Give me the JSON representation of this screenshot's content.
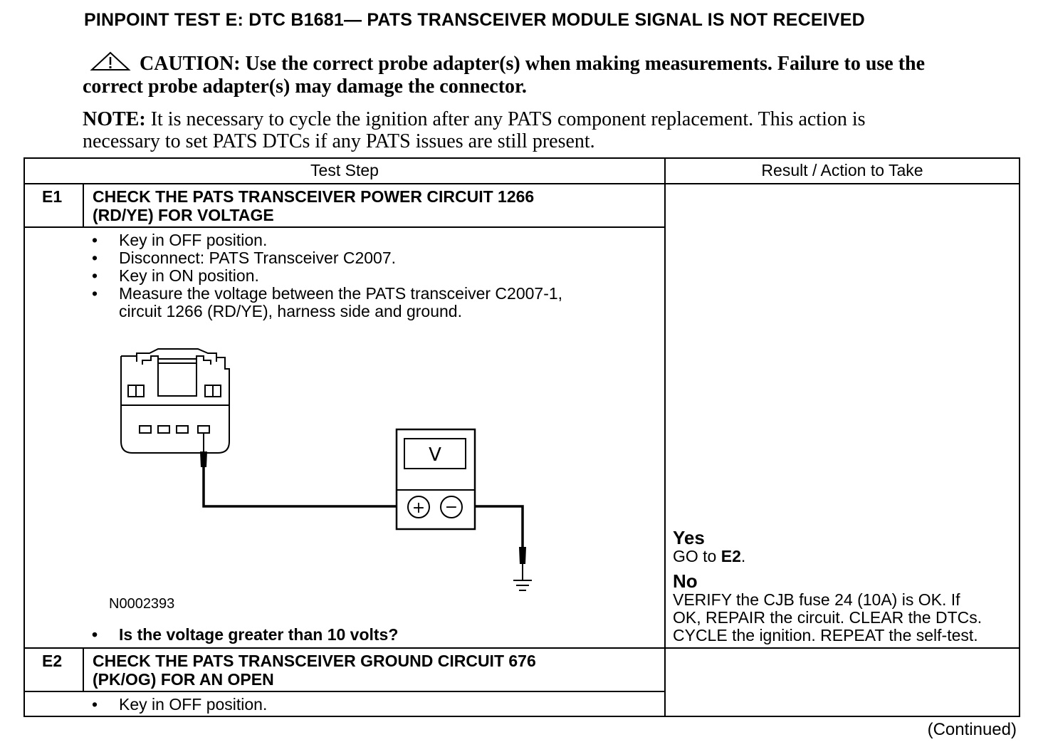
{
  "title": "PINPOINT TEST E: DTC B1681— PATS TRANSCEIVER MODULE SIGNAL IS NOT RECEIVED",
  "caution": {
    "icon": "warning-triangle-icon",
    "text": "CAUTION: Use the correct probe adapter(s) when making measurements. Failure to use the correct probe adapter(s) may damage the connector."
  },
  "note": {
    "label": "NOTE:",
    "text": " It is necessary to cycle the ignition after any PATS component replacement. This action is necessary to set PATS DTCs if any PATS issues are still present."
  },
  "table": {
    "headers": [
      "Test Step",
      "Result / Action to Take"
    ],
    "steps": [
      {
        "id": "E1",
        "title_lines": [
          "CHECK THE PATS TRANSCEIVER POWER CIRCUIT 1266",
          "(RD/YE) FOR VOLTAGE"
        ],
        "bullets": [
          "Key in OFF position.",
          "Disconnect: PATS Transceiver C2007.",
          "Key in ON position.",
          "Measure the voltage between the PATS transceiver C2007-1,",
          "circuit 1266 (RD/YE), harness side and ground."
        ],
        "figure": {
          "id": "N0002393",
          "meter_symbol": "V",
          "plus": "+",
          "minus": "−"
        },
        "question": "Is the voltage greater than 10 volts?",
        "result": {
          "yes_label": "Yes",
          "yes_pre": "GO to ",
          "yes_target": "E2",
          "yes_post": ".",
          "no_label": "No",
          "no_lines": [
            "VERIFY the CJB fuse 24 (10A) is OK. If",
            "OK, REPAIR the circuit. CLEAR the DTCs.",
            "CYCLE the ignition. REPEAT the self-test."
          ]
        }
      },
      {
        "id": "E2",
        "title_lines": [
          "CHECK THE PATS TRANSCEIVER GROUND CIRCUIT 676",
          "(PK/OG) FOR AN OPEN"
        ],
        "bullets": [
          "Key in OFF position."
        ]
      }
    ]
  },
  "continued": "(Continued)"
}
